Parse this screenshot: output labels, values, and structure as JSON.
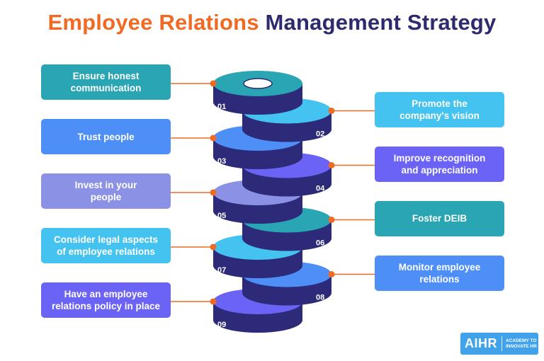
{
  "title": {
    "part1": "Employee Relations",
    "part2": "Management Strategy"
  },
  "colors": {
    "title_orange": "#f06a24",
    "title_navy": "#2e2a6e",
    "disc_body": "#2e2a7a",
    "connector": "#f06a24"
  },
  "steps": [
    {
      "number": "01",
      "lines": [
        "Ensure honest",
        "communication"
      ],
      "color": "#2aa5b3"
    },
    {
      "number": "02",
      "lines": [
        "Promote the",
        "company's vision"
      ],
      "color": "#44c3f0"
    },
    {
      "number": "03",
      "lines": [
        "Trust people"
      ],
      "color": "#4d8ff6"
    },
    {
      "number": "04",
      "lines": [
        "Improve recognition",
        "and appreciation"
      ],
      "color": "#6a63f5"
    },
    {
      "number": "05",
      "lines": [
        "Invest in your",
        "people"
      ],
      "color": "#8b92e6"
    },
    {
      "number": "06",
      "lines": [
        "Foster DEIB"
      ],
      "color": "#2aa5b3"
    },
    {
      "number": "07",
      "lines": [
        "Consider legal aspects",
        "of employee relations"
      ],
      "color": "#44c3f0"
    },
    {
      "number": "08",
      "lines": [
        "Monitor employee",
        "relations"
      ],
      "color": "#4d8ff6"
    },
    {
      "number": "09",
      "lines": [
        "Have an employee",
        "relations policy in place"
      ],
      "color": "#6a63f5"
    }
  ],
  "logo": {
    "main": "AIHR",
    "sub_line1": "ACADEMY TO",
    "sub_line2": "INNOVATE HR"
  }
}
